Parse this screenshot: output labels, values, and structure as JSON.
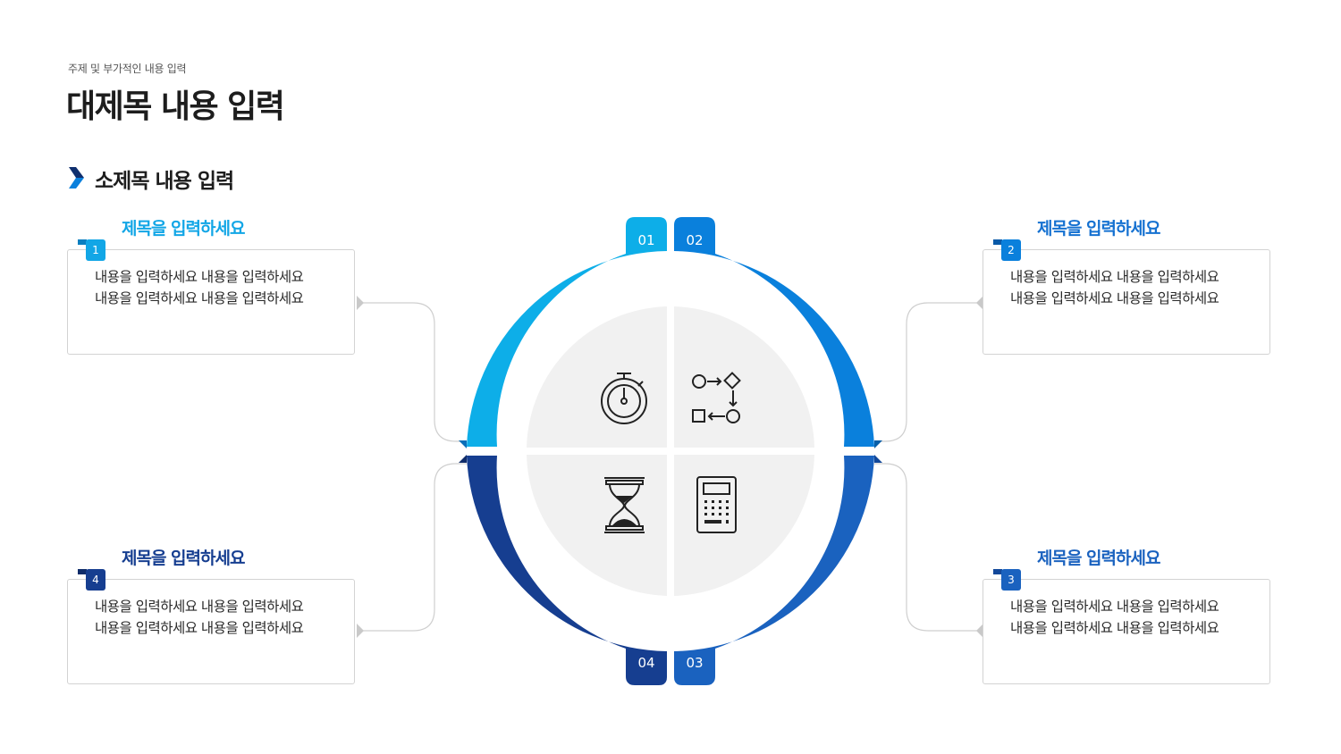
{
  "header": {
    "kicker": "주제 및 부가적인 내용 입력",
    "title": "대제목 내용 입력",
    "subtitle": "소제목 내용 입력"
  },
  "colors": {
    "seg1": "#0daee8",
    "seg2": "#0a80dc",
    "seg3": "#1a62bf",
    "seg4": "#163e90",
    "inner": "#f1f1f1",
    "title1": "#12a6e6",
    "title2": "#1571d1",
    "title3": "#1a62bf",
    "title4": "#163e90"
  },
  "segments": [
    {
      "number": "01",
      "icon": "stopwatch-icon"
    },
    {
      "number": "02",
      "icon": "process-flow-icon"
    },
    {
      "number": "03",
      "icon": "calculator-icon"
    },
    {
      "number": "04",
      "icon": "hourglass-icon"
    }
  ],
  "cards": [
    {
      "badge": "1",
      "title": "제목을 입력하세요",
      "line1": "내용을 입력하세요 내용을 입력하세요",
      "line2": "내용을 입력하세요 내용을 입력하세요"
    },
    {
      "badge": "2",
      "title": "제목을 입력하세요",
      "line1": "내용을 입력하세요 내용을 입력하세요",
      "line2": "내용을 입력하세요 내용을 입력하세요"
    },
    {
      "badge": "3",
      "title": "제목을 입력하세요",
      "line1": "내용을 입력하세요 내용을 입력하세요",
      "line2": "내용을 입력하세요 내용을 입력하세요"
    },
    {
      "badge": "4",
      "title": "제목을 입력하세요",
      "line1": "내용을 입력하세요 내용을 입력하세요",
      "line2": "내용을 입력하세요 내용을 입력하세요"
    }
  ]
}
